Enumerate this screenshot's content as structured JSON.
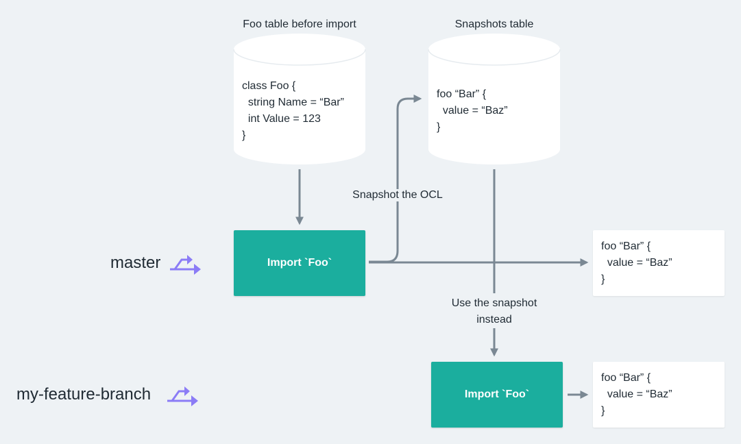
{
  "colors": {
    "background": "#eef2f5",
    "accent": "#1bae9e",
    "arrow": "#7a8893",
    "branch_icon": "#8b7cf6",
    "card": "#ffffff"
  },
  "foo_table": {
    "title": "Foo table before import",
    "lines": [
      "class Foo {",
      "  string Name = “Bar”",
      "  int Value = 123",
      "}"
    ]
  },
  "snapshots_table": {
    "title": "Snapshots table",
    "lines": [
      "foo “Bar” {",
      "  value = “Baz”",
      "}"
    ]
  },
  "edges": {
    "snapshot_label": "Snapshot the OCL",
    "use_snapshot_label_line1": "Use the snapshot",
    "use_snapshot_label_line2": "instead"
  },
  "master": {
    "branch_name": "master",
    "branch_icon": "git-branch-icon",
    "import_label": "Import `Foo`",
    "result_lines": [
      "foo “Bar” {",
      "  value = “Baz”",
      "}"
    ]
  },
  "feature": {
    "branch_name": "my-feature-branch",
    "branch_icon": "git-branch-icon",
    "import_label": "Import `Foo`",
    "result_lines": [
      "foo “Bar” {",
      "  value = “Baz”",
      "}"
    ]
  }
}
